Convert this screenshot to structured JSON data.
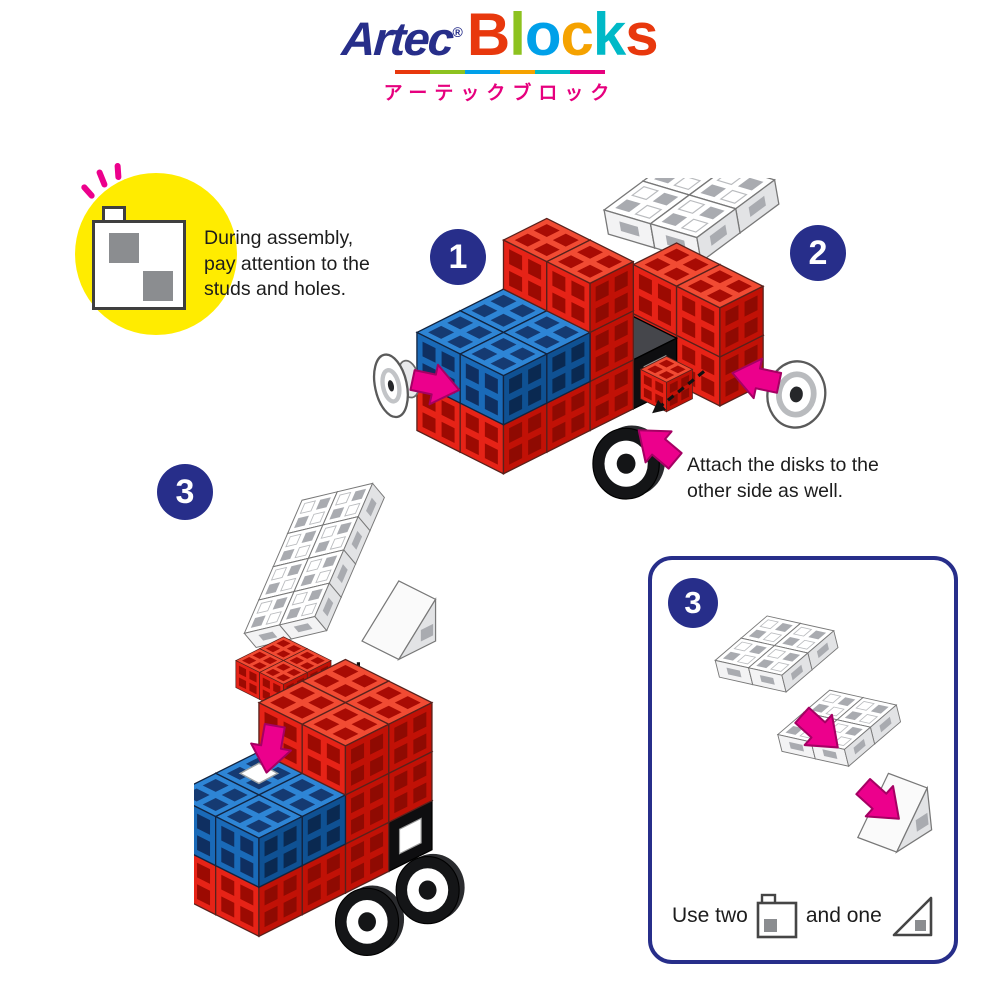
{
  "logo": {
    "brand": "Artec",
    "registered": "®",
    "blocks_letters": [
      "B",
      "l",
      "o",
      "c",
      "k",
      "s"
    ],
    "blocks_letter_colors": [
      "#e8380d",
      "#8dc21f",
      "#00a0e9",
      "#f5a200",
      "#00b9c7",
      "#e8380d"
    ],
    "subtitle": "アーテックブロック",
    "subtitle_color": "#e6007e",
    "brand_color": "#272e8a"
  },
  "note": {
    "line1": "During assembly,",
    "line2": "pay attention to the",
    "line3": "studs and holes.",
    "bubble_color": "#ffec00"
  },
  "steps": {
    "step1": "1",
    "step2": "2",
    "step3": "3"
  },
  "caption": {
    "line1": "Attach the disks to the",
    "line2": "other side as well."
  },
  "panel": {
    "step": "3",
    "use_two": "Use two",
    "and_one": "and one"
  },
  "palette": {
    "badge_navy": "#272e8a",
    "arrow_magenta": "#ec008c",
    "note_yellow": "#ffec00",
    "block_red": "#e62317",
    "block_blue": "#1a6ab8",
    "block_white": "#ffffff",
    "block_black": "#232327",
    "stud_gray": "#a9abb0",
    "wheel_black": "#141517"
  },
  "icons": [
    "attention-block-icon",
    "exclamation-marks-icon",
    "block-part-icon",
    "wedge-part-icon",
    "wheel-icon",
    "disk-icon",
    "pink-arrow-icon",
    "dashed-arrow-icon"
  ]
}
